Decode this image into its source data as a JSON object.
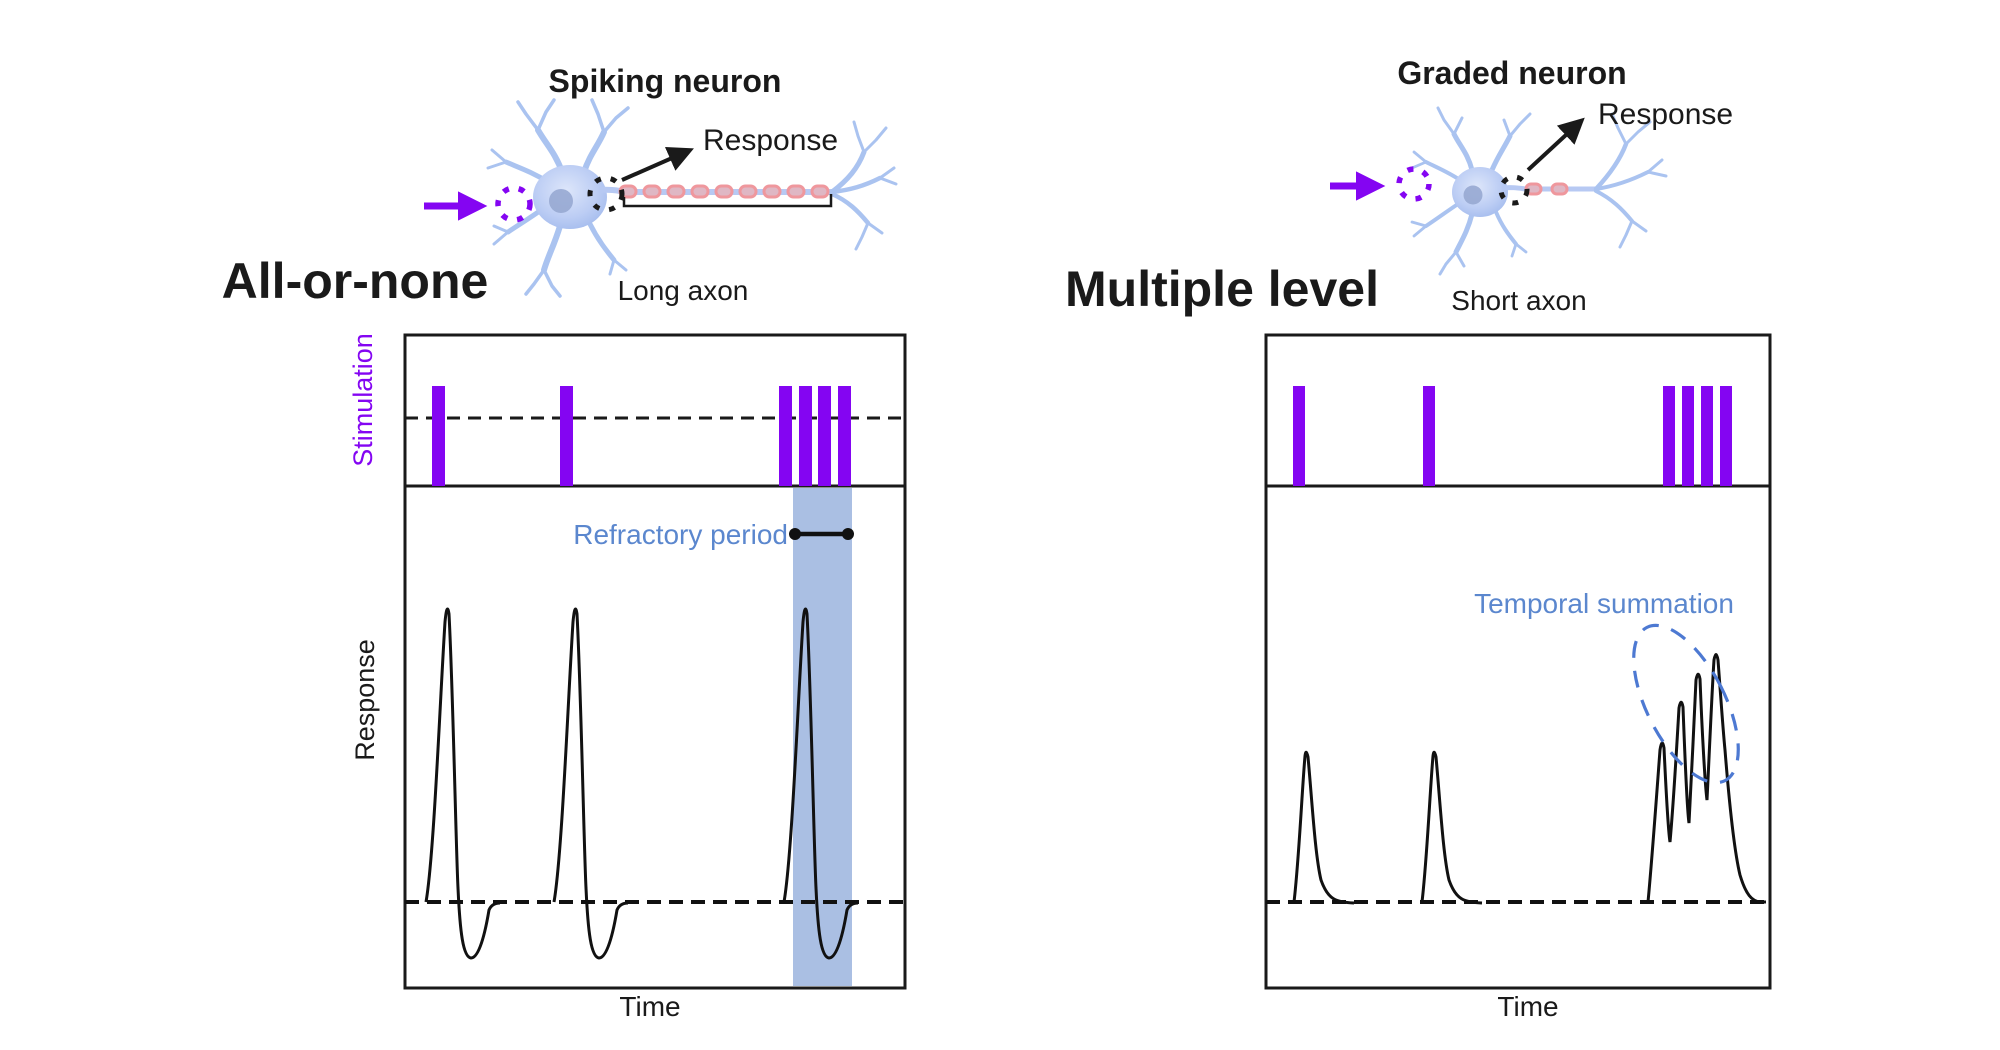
{
  "figure": {
    "left_panel": {
      "title": "Spiking neuron",
      "response_label": "Response",
      "axon_label": "Long axon",
      "mode_label": "All-or-none",
      "chart": {
        "y_axis_top": "Stimulation",
        "y_axis_bottom": "Response",
        "x_axis": "Time",
        "annotation": "Refractory period"
      }
    },
    "right_panel": {
      "title": "Graded neuron",
      "response_label": "Response",
      "axon_label": "Short axon",
      "mode_label": "Multiple level",
      "chart": {
        "x_axis": "Time",
        "annotation": "Temporal summation"
      }
    },
    "colors": {
      "stimulation_purple": "#8405f2",
      "annotation_blue": "#5b87ce",
      "refractory_band": "#aabfe3",
      "ellipse_blue": "#4d79d2",
      "trace_black": "#1a1a1a",
      "neuron_blue": "#aac3f0",
      "myelin_pink": "#ef979d"
    }
  },
  "chart_data": [
    {
      "type": "line",
      "panel": "left",
      "title": "All-or-none (spiking neuron)",
      "xlabel": "Time",
      "ylabel_top": "Stimulation",
      "ylabel_bottom": "Response",
      "x_range": [
        0,
        1
      ],
      "stimulation_pulses_t": [
        0.055,
        0.31,
        0.75,
        0.79,
        0.83,
        0.87
      ],
      "stimulation_pulse_amplitude": [
        1,
        1,
        1,
        1,
        1,
        1
      ],
      "threshold_dashed_line": true,
      "response_events": [
        {
          "t": 0.085,
          "peak_amplitude": 1.0,
          "afterhyperpolarization": true
        },
        {
          "t": 0.345,
          "peak_amplitude": 1.0,
          "afterhyperpolarization": true
        },
        {
          "t": 0.8,
          "peak_amplitude": 1.0,
          "afterhyperpolarization": true
        }
      ],
      "refractory_band_t": [
        0.775,
        0.895
      ],
      "note": "identical all-or-none spikes; pulses during refractory period evoke no extra spikes"
    },
    {
      "type": "line",
      "panel": "right",
      "title": "Multiple level (graded neuron)",
      "xlabel": "Time",
      "x_range": [
        0,
        1
      ],
      "stimulation_pulses_t": [
        0.06,
        0.32,
        0.79,
        0.825,
        0.86,
        0.9
      ],
      "stimulation_pulse_amplitude": [
        1,
        1,
        1,
        1,
        1,
        1
      ],
      "threshold_dashed_line": false,
      "response_events": [
        {
          "t": 0.08,
          "peak_amplitude": 0.6
        },
        {
          "t": 0.33,
          "peak_amplitude": 0.6
        },
        {
          "t": 0.79,
          "peak_amplitude": 0.65
        },
        {
          "t": 0.825,
          "peak_amplitude": 0.81
        },
        {
          "t": 0.86,
          "peak_amplitude": 0.92
        },
        {
          "t": 0.895,
          "peak_amplitude": 1.0
        }
      ],
      "note": "graded potentials grow by temporal summation during the pulse burst"
    }
  ]
}
